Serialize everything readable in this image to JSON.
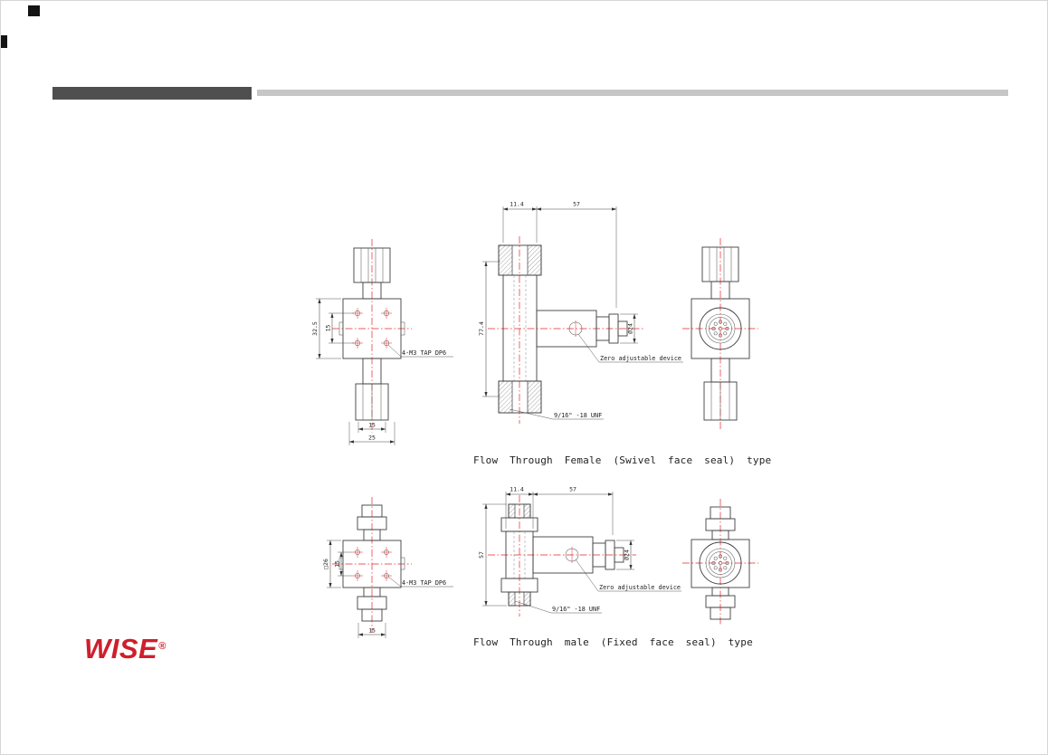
{
  "page": {
    "logo_text": "WISE",
    "logo_reg": "®",
    "captions": {
      "female_type": "Flow Through Female (Swivel face seal) type",
      "male_type": "Flow Through male (Fixed face seal) type"
    }
  },
  "female_drawing": {
    "front": {
      "dim_body_height": "32.5",
      "dim_hole_spacing_v": "15",
      "dim_hole_spacing_h": "15",
      "dim_nut_width": "25",
      "tap_label": "4-M3 TAP DP6"
    },
    "side": {
      "dim_pipe_width": "11.4",
      "dim_body_length": "57",
      "dim_height": "77.4",
      "dim_connector": "Ø24",
      "zero_label": "Zero adjustable device",
      "thread_label": "9/16\" -18 UNF"
    }
  },
  "male_drawing": {
    "front": {
      "dim_body_square": "□26",
      "dim_hole_spacing_v": "15",
      "dim_hole_spacing_h": "15",
      "tap_label": "4-M3 TAP DP6"
    },
    "side": {
      "dim_pipe_width": "11.4",
      "dim_body_length": "57",
      "dim_height": "57",
      "dim_connector": "Ø24",
      "zero_label": "Zero adjustable device",
      "thread_label": "9/16\" -18 UNF"
    }
  }
}
